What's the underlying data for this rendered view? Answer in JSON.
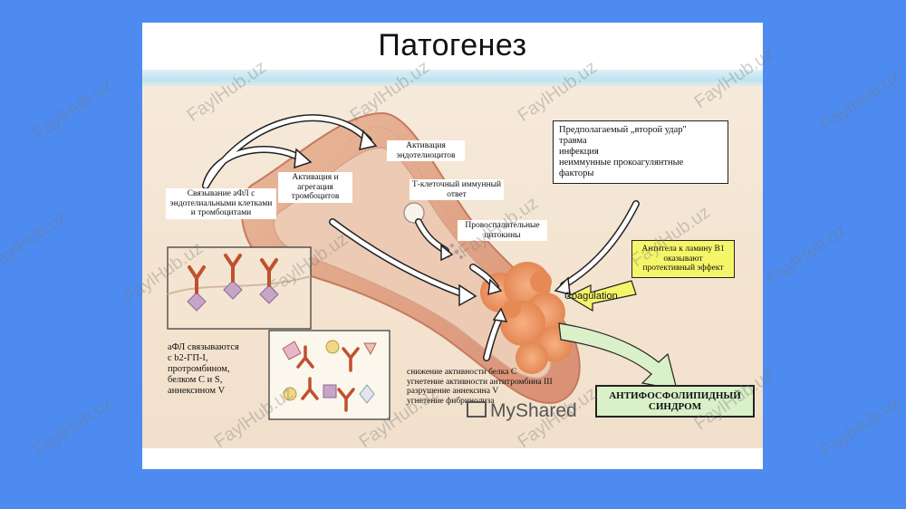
{
  "title": "Патогенез",
  "labels": {
    "binding": "Связывание аФЛ с эндотелиальными клетками и тромбоцитами",
    "platelets": "Активация и агрегация тромбоцитов",
    "endothelium": "Активация эндотелиоцитов",
    "tcell": "Т-клеточный иммунный ответ",
    "cytokines": "Провоспалительные цитокины",
    "coagulation": "Coagulation",
    "afl_binding": [
      "аФЛ связываются",
      "с b2-ГП-I,",
      "протромбином,",
      "белком С и S,",
      "аннексином V"
    ],
    "effects": [
      "снижение активности белка С",
      "угнетение активности антитромбина III",
      "разрушение аннексина V",
      "угнетение фибринолиза"
    ],
    "second_hit": [
      "Предполагаемый „второй удар\"",
      "травма",
      "инфекция",
      "неиммунные прокоагулянтные",
      "факторы"
    ],
    "lamin": "Антитела к ламину В1 оказывают протективный эффект",
    "syndrome": "АНТИФОСФОЛИПИДНЫЙ СИНДРОМ"
  },
  "watermark": "FaylHub.uz",
  "logo": "MyShared",
  "colors": {
    "background": "#4d8bf0",
    "lamin_box": "#f5f56a",
    "syndrome_arrow": "#d9f0c8"
  }
}
